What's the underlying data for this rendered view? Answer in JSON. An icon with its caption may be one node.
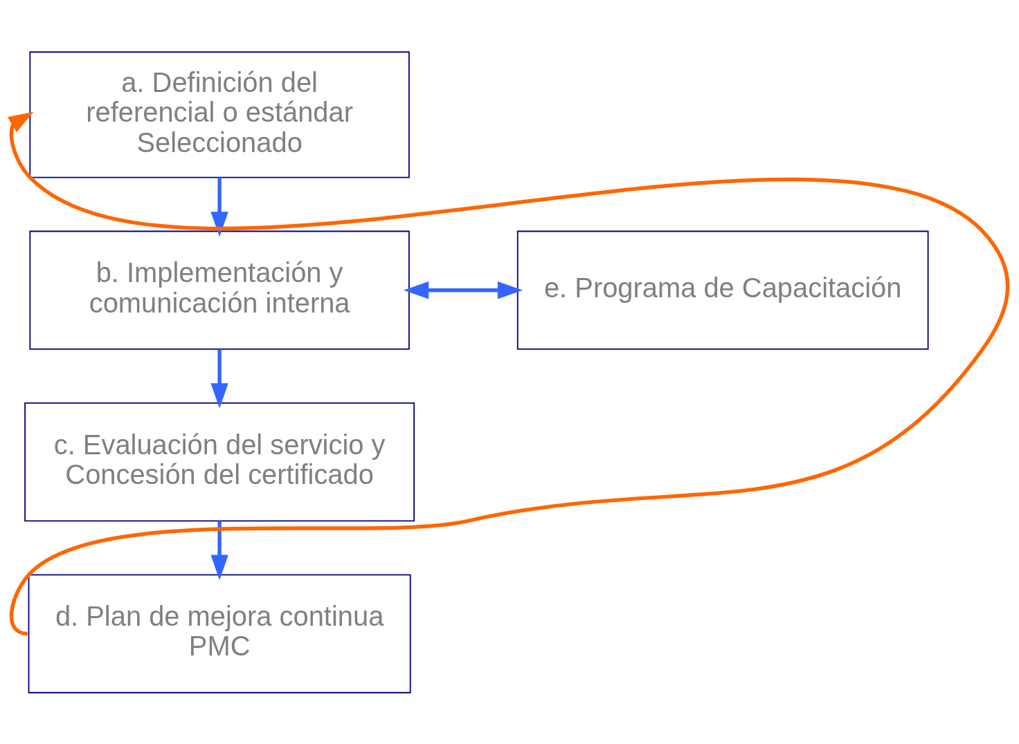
{
  "diagram": {
    "nodes": [
      {
        "text": [
          "a. Definición del referencial o estándar Seleccionado"
        ]
      },
      {
        "text": [
          "b. Implementación y comunicación interna"
        ]
      },
      {
        "text": [
          "c. Evaluación del servicio y Concesión del certificado"
        ]
      },
      {
        "text": [
          "d. Plan de mejora continua PMC"
        ]
      },
      {
        "text": [
          "e. Programa de Capacitación"
        ]
      }
    ],
    "edges": [
      {
        "from": 0,
        "to": 1,
        "arrow": "to"
      },
      {
        "from": 1,
        "to": 4,
        "arrow": "both"
      },
      {
        "from": 1,
        "to": 2,
        "arrow": "to"
      },
      {
        "from": 2,
        "to": 3,
        "arrow": "to"
      },
      {
        "from": 3,
        "to": 0,
        "arrow": "to",
        "color": "#ff6600"
      }
    ]
  }
}
